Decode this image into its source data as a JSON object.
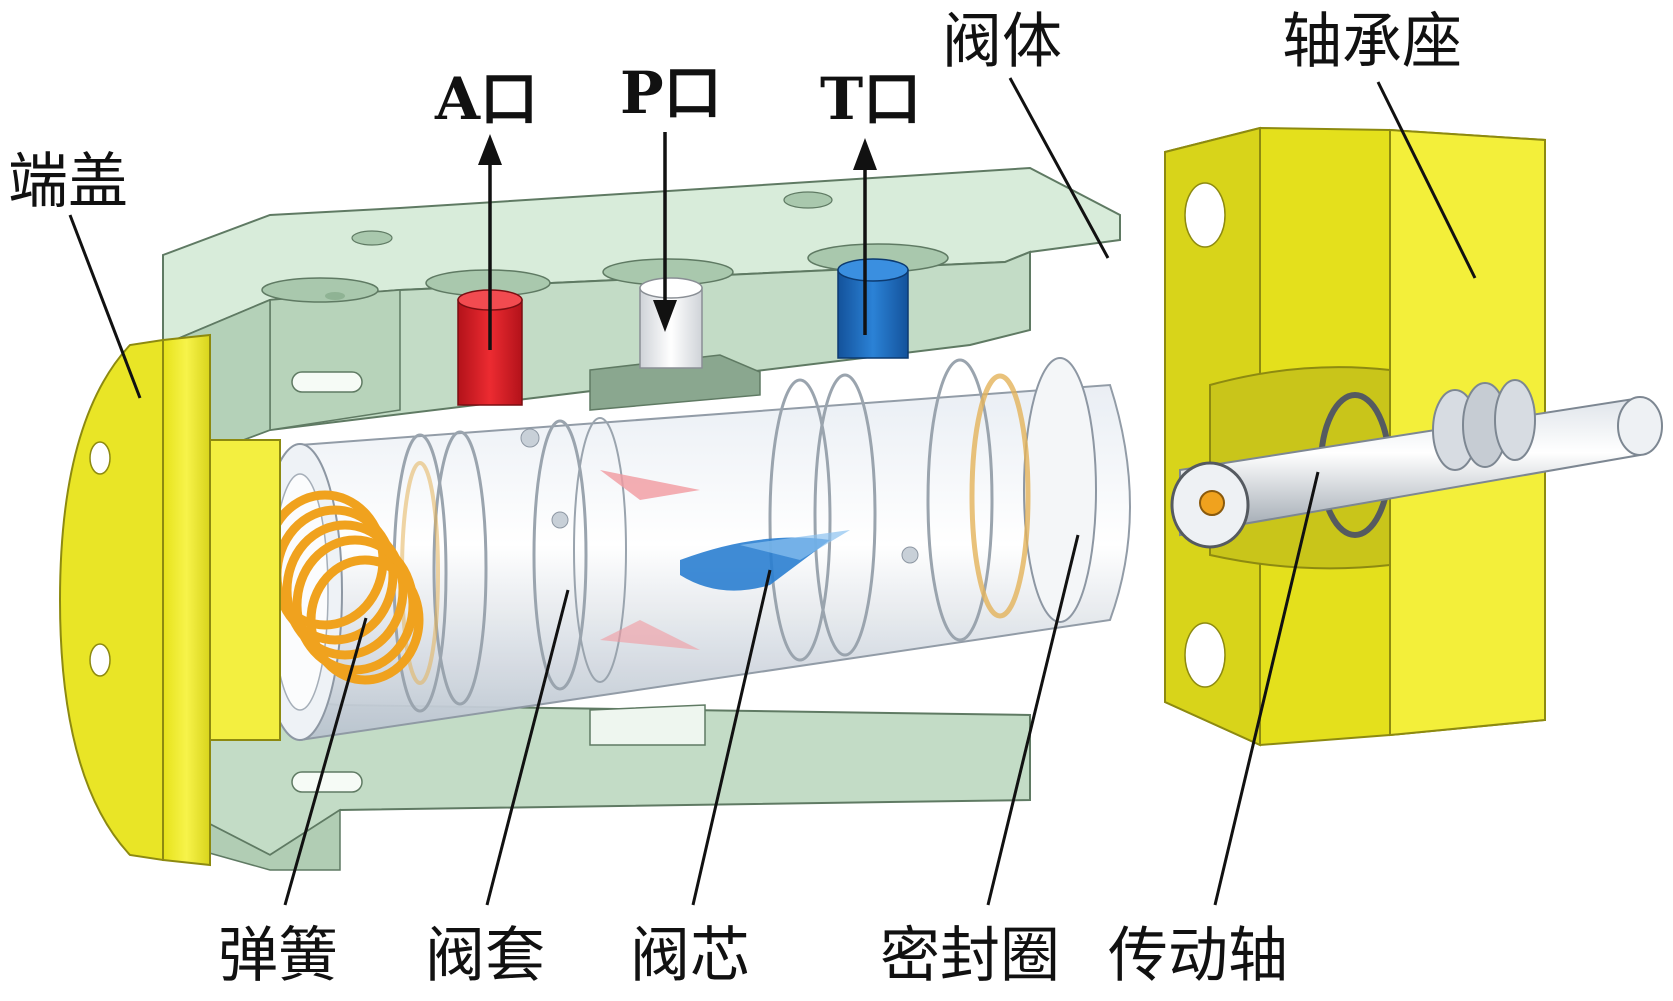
{
  "labels": {
    "end_cover": "端盖",
    "port_a": "A口",
    "port_p": "P口",
    "port_t": "T口",
    "valve_body": "阀体",
    "bearing_seat": "轴承座",
    "spring": "弹簧",
    "valve_sleeve": "阀套",
    "valve_spool": "阀芯",
    "seal_ring": "密封圈",
    "drive_shaft": "传动轴"
  },
  "colors": {
    "valve_body": "#c9e3cc",
    "end_cover": "#f2ee3a",
    "bearing_seat": "#f2ee3a",
    "spring": "#f0a21e",
    "port_a": "#e21f26",
    "port_p": "#f2f2f2",
    "port_t": "#1f6fc4",
    "leader_lines": "#111111"
  },
  "flow_directions": {
    "port_a": "out",
    "port_p": "in",
    "port_t": "out"
  }
}
